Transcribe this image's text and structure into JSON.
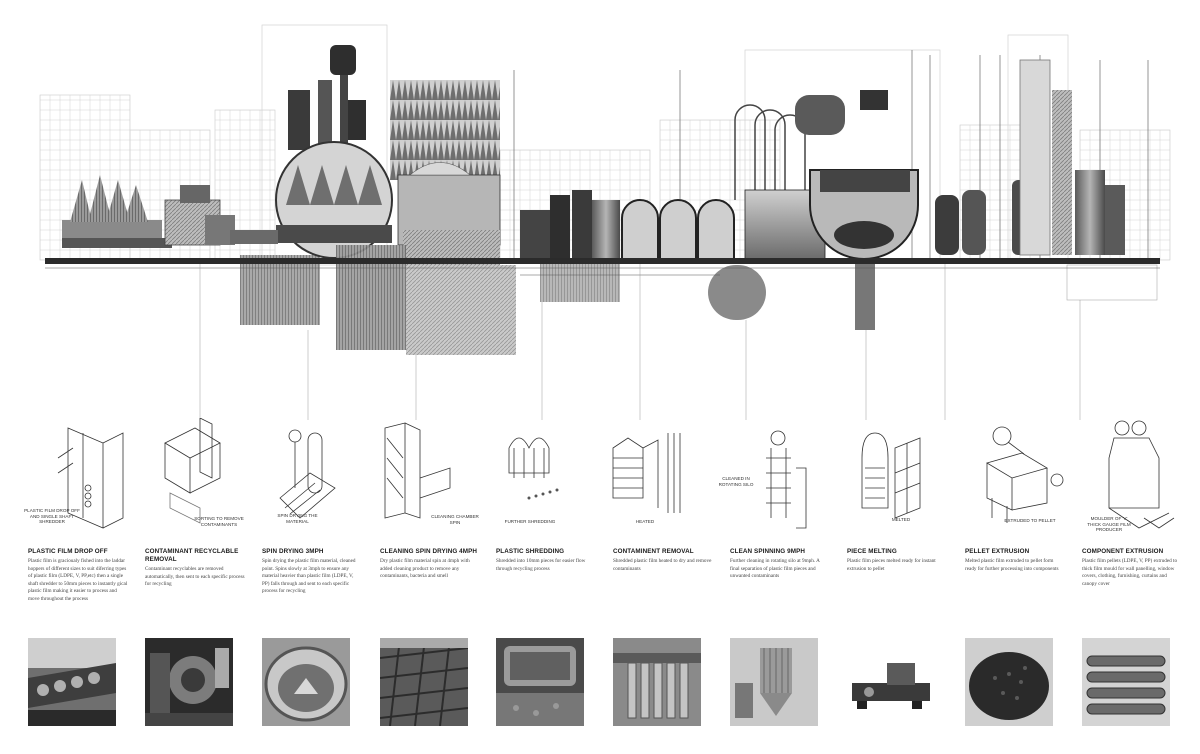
{
  "steps": [
    {
      "title": "Plastic film drop off",
      "desc": "Plastic film is gracioualy fished into the laddar hoppers of different sizes to suit diferring types of plastic film (LDPE, V, PP,etc) then a single shaft shredder to 50mm pieces to instantly gical plastic film making it easier to process and move throughout the process",
      "callout": "Plastic film drop off and single shaft shredder",
      "photo_icon": "shredder-photo"
    },
    {
      "title": "Contaminant recyclable removal",
      "desc": "Contaminant recyclables are removed automatically, then sent to each specific process for recycling",
      "callout": "Sorting to remove contaminants",
      "photo_icon": "sorting-machine-photo"
    },
    {
      "title": "Spin drying 3mph",
      "desc": "Spin drying the plastic film material, cleaned point. Spins slowly at 3mph to ensure any material heavier than plastic film (LDPE, V, PP) falls through and sent to each specific process for recycling",
      "callout": "Spin drying the material",
      "photo_icon": "spin-dryer-photo"
    },
    {
      "title": "Cleaning spin drying 4mph",
      "desc": "Dry plastic film material spin at 4mph with added cleaning product to remove any contaminants, bacteria and smell",
      "callout": "Cleaning chamber spin",
      "photo_icon": "cleaning-chamber-photo"
    },
    {
      "title": "Plastic shredding",
      "desc": "Shredded into 10mm pieces for easier flow through recycling process",
      "callout": "Further shredding",
      "photo_icon": "shredding-drum-photo"
    },
    {
      "title": "Contaminent removal",
      "desc": "Shredded plastic film heated to dry and remove contaminants",
      "callout": "Heated",
      "photo_icon": "heater-photo"
    },
    {
      "title": "Clean spinning 9mph",
      "desc": "Further cleaning in rotating silo at 9mph. A final separation of plastic film pieces and unwanted contaminants",
      "callout": "Cleaned in rotating silo",
      "photo_icon": "rotating-silo-photo"
    },
    {
      "title": "Piece melting",
      "desc": "Plastic film pieces melted ready for instant extrusion to pellet",
      "callout": "Melted",
      "photo_icon": "melting-machine-photo"
    },
    {
      "title": "Pellet extrusion",
      "desc": "Melted plastic film extruded to pellet form ready for further processing into components",
      "callout": "Extruded to pellet",
      "photo_icon": "pellets-photo"
    },
    {
      "title": "Component extrusion",
      "desc": "Plastic film pellets (LDPE, V, PP) extruded to thick film mould for wall panelling, window covers, clothing, furnishing, curtains and canopy cover",
      "callout": "Moulder of 'v' thick gauge film producer",
      "photo_icon": "film-extruder-photo"
    }
  ]
}
